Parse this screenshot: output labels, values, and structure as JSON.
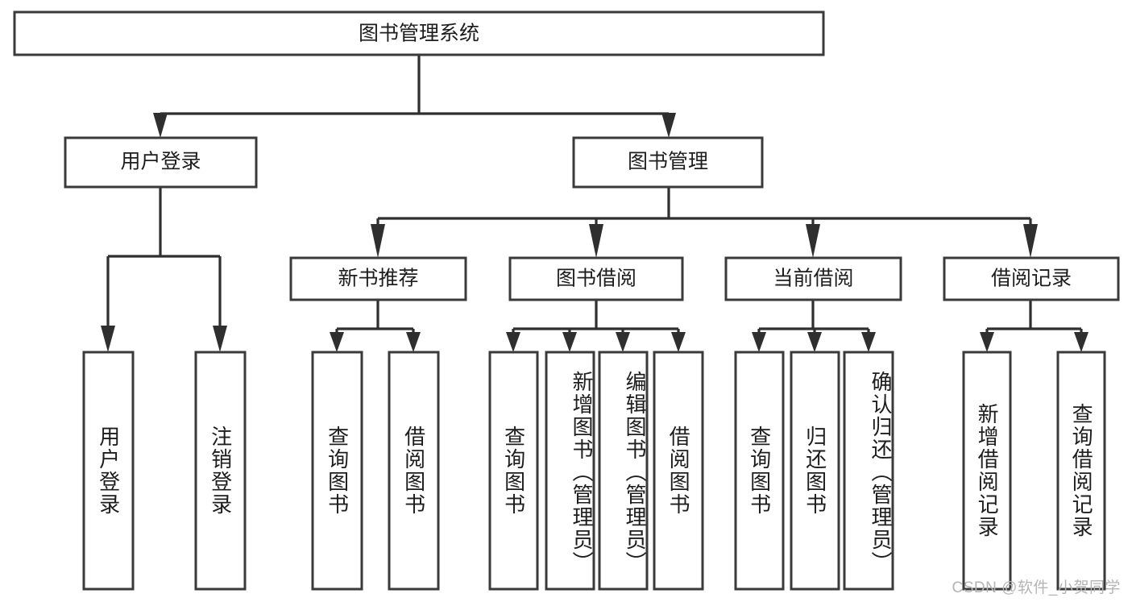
{
  "diagram": {
    "title": "图书管理系统",
    "type": "tree-hierarchy-diagram",
    "root": {
      "id": "root",
      "label": "图书管理系统",
      "orientation": "horizontal"
    },
    "level2": [
      {
        "id": "user-login",
        "label": "用户登录",
        "orientation": "horizontal"
      },
      {
        "id": "book-management",
        "label": "图书管理",
        "orientation": "horizontal"
      }
    ],
    "level3": [
      {
        "id": "new-book-recommend",
        "label": "新书推荐",
        "orientation": "horizontal",
        "parent": "book-management"
      },
      {
        "id": "book-borrow",
        "label": "图书借阅",
        "orientation": "horizontal",
        "parent": "book-management"
      },
      {
        "id": "current-borrow",
        "label": "当前借阅",
        "orientation": "horizontal",
        "parent": "book-management"
      },
      {
        "id": "borrow-record",
        "label": "借阅记录",
        "orientation": "horizontal",
        "parent": "book-management"
      }
    ],
    "leaves": [
      {
        "id": "leaf-user-login",
        "label": "用户登录",
        "orientation": "vertical",
        "parent": "user-login"
      },
      {
        "id": "leaf-logout",
        "label": "注销登录",
        "orientation": "vertical",
        "parent": "user-login"
      },
      {
        "id": "leaf-query-book-1",
        "label": "查询图书",
        "orientation": "vertical",
        "parent": "new-book-recommend"
      },
      {
        "id": "leaf-borrow-book-1",
        "label": "借阅图书",
        "orientation": "vertical",
        "parent": "new-book-recommend"
      },
      {
        "id": "leaf-query-book-2",
        "label": "查询图书",
        "orientation": "vertical",
        "parent": "book-borrow"
      },
      {
        "id": "leaf-add-book",
        "label": "新增图书（管理员）",
        "orientation": "vertical",
        "parent": "book-borrow"
      },
      {
        "id": "leaf-edit-book",
        "label": "编辑图书（管理员）",
        "orientation": "vertical",
        "parent": "book-borrow"
      },
      {
        "id": "leaf-borrow-book-2",
        "label": "借阅图书",
        "orientation": "vertical",
        "parent": "book-borrow"
      },
      {
        "id": "leaf-query-book-3",
        "label": "查询图书",
        "orientation": "vertical",
        "parent": "current-borrow"
      },
      {
        "id": "leaf-return-book",
        "label": "归还图书",
        "orientation": "vertical",
        "parent": "current-borrow"
      },
      {
        "id": "leaf-confirm-return",
        "label": "确认归还（管理员）",
        "orientation": "vertical",
        "parent": "current-borrow"
      },
      {
        "id": "leaf-add-record",
        "label": "新增借阅记录",
        "orientation": "vertical",
        "parent": "borrow-record"
      },
      {
        "id": "leaf-query-record",
        "label": "查询借阅记录",
        "orientation": "vertical",
        "parent": "borrow-record"
      }
    ],
    "colors": {
      "box_stroke": "#3a3a3a",
      "box_fill": "#ffffff",
      "connector": "#2f2f2f",
      "text": "#1d1d1d",
      "background": "#ffffff",
      "watermark": "#b4b4b4"
    }
  },
  "watermark": {
    "text": "CSDN @软件_小贺同学"
  }
}
